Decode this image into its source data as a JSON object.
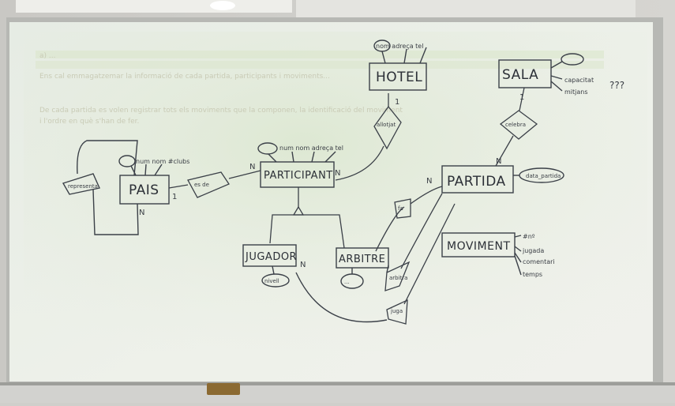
{
  "projection": {
    "line1": "a) ...",
    "line2": "Ens cal emmagatzemar la informació de cada partida, participants i moviments...",
    "line3": "De cada partida es volen registrar tots els moviments que la componen, la identificació del moviment",
    "line4": "i l'ordre en què s'han de fer."
  },
  "entities": {
    "hotel": "HOTEL",
    "sala": "SALA",
    "pais": "PAIS",
    "participant": "PARTICIPANT",
    "partida": "PARTIDA",
    "moviment": "MOVIMENT",
    "jugador": "JUGADOR",
    "arbitre": "ARBITRE"
  },
  "attributes": {
    "hotel_attrs": "nom  adreça  tel",
    "sala_attrs": [
      "capacitat",
      "mitjans"
    ],
    "pais_attrs": "num  nom  #clubs",
    "participant_attrs": "num  nom  adreça  tel",
    "partida_attrs": "data_partida",
    "moviment_attrs": [
      "#nº",
      "jugada",
      "comentari",
      "temps"
    ],
    "jugador_attr": "nivell",
    "arbitre_attr": "..."
  },
  "relationships": {
    "hotel_rel": "allotjat",
    "sala_rel": "celebra",
    "pais_rel": "representa",
    "participant_rel": "es de",
    "partida_juga_rel": "juga",
    "arbitra_rel": "arbitra",
    "moviment_rel": "fa"
  },
  "cardinalities": {
    "pais_one": "1",
    "pais_n": "N",
    "participant_n": "N",
    "participant_n2": "N",
    "hotel_one": "1",
    "sala_one": "1",
    "partida_n": "N",
    "partida_n2": "N",
    "jugador_n": "N"
  },
  "notes": {
    "question_marks": "???"
  }
}
